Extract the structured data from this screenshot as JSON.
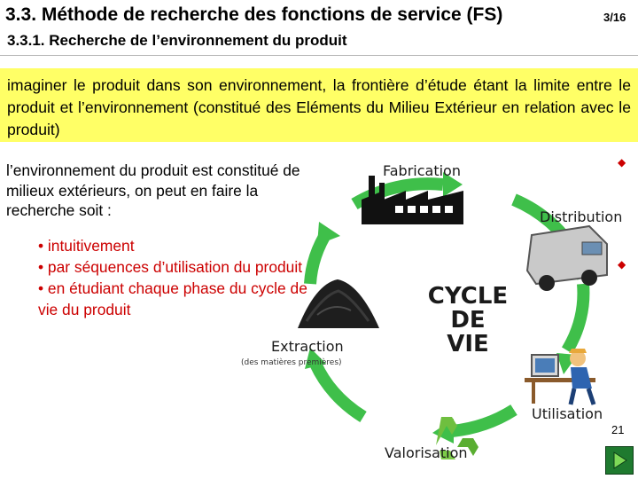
{
  "header": {
    "title": "3.3. Méthode de recherche des fonctions de service (FS)",
    "page": "3/16",
    "subtitle": "3.3.1. Recherche de l’environnement du produit"
  },
  "definition": {
    "text": "imaginer le produit dans son environnement, la frontière d’étude étant la limite entre le produit et l’environnement (constitué des Eléments du Milieu Extérieur en relation avec le produit)"
  },
  "environment": {
    "text": "l’environnement du produit est constitué de milieux extérieurs, on peut en faire la recherche soit  :"
  },
  "bullets": [
    "• intuitivement",
    "• par séquences d’utilisation du produit",
    "• en étudiant chaque phase du cycle de vie du produit"
  ],
  "cycle": {
    "center_lines": [
      "CYCLE",
      "DE",
      "VIE"
    ],
    "stages": {
      "fabrication": "Fabrication",
      "distribution": "Distribution",
      "utilisation": "Utilisation",
      "valorisation": "Valorisation",
      "extraction": "Extraction",
      "extraction_sub": "(des matières premières)"
    }
  },
  "markers": [
    "◆",
    "◆"
  ],
  "footer": {
    "slide_number": "21"
  },
  "colors": {
    "highlight": "#ffff66",
    "bullet_text": "#cc0000",
    "cycle_arrows": "#3fbf4a",
    "nav_button": "#1f7a2f"
  },
  "icons": [
    "factory-icon",
    "truck-icon",
    "person-at-computer-icon",
    "recycle-icon",
    "coal-heap-icon",
    "next-slide-arrow-icon"
  ]
}
